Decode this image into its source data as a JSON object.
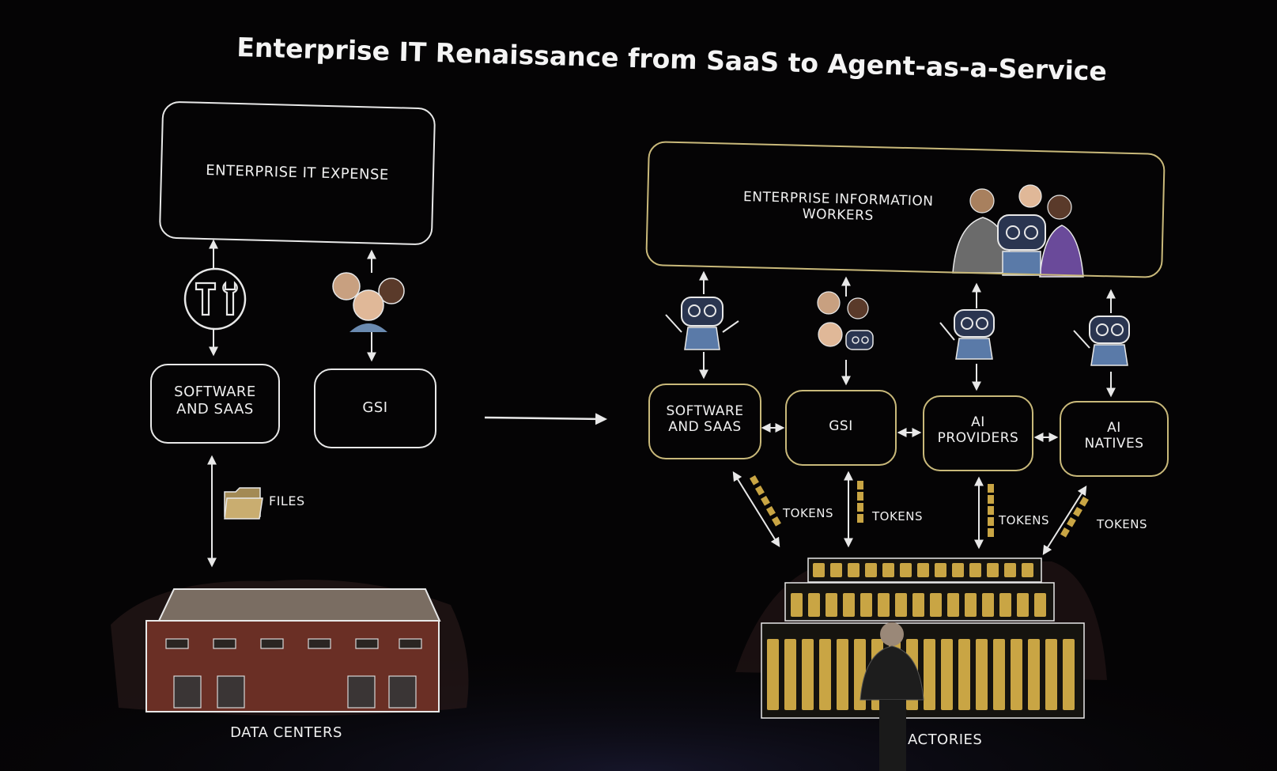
{
  "slide": {
    "title": "Enterprise IT Renaissance from SaaS to Agent-as-a-Service"
  },
  "left": {
    "top_box": "ENTERPRISE IT EXPENSE",
    "software_box_line1": "SOFTWARE",
    "software_box_line2": "AND SAAS",
    "gsi_box": "GSI",
    "files_label": "FILES",
    "datacenter_label": "DATA CENTERS"
  },
  "right": {
    "top_box_line1": "ENTERPRISE INFORMATION",
    "top_box_line2": "WORKERS",
    "boxes": [
      {
        "line1": "SOFTWARE",
        "line2": "AND SAAS"
      },
      {
        "line1": "GSI",
        "line2": ""
      },
      {
        "line1": "AI",
        "line2": "PROVIDERS"
      },
      {
        "line1": "AI",
        "line2": "NATIVES"
      }
    ],
    "tokens": [
      "TOKENS",
      "TOKENS",
      "TOKENS",
      "TOKENS"
    ],
    "factories_label": "ACTORIES"
  },
  "colors": {
    "background": "#050405",
    "line": "#e8e8e8",
    "gold": "#c9b97a",
    "token": "#c9a544"
  }
}
